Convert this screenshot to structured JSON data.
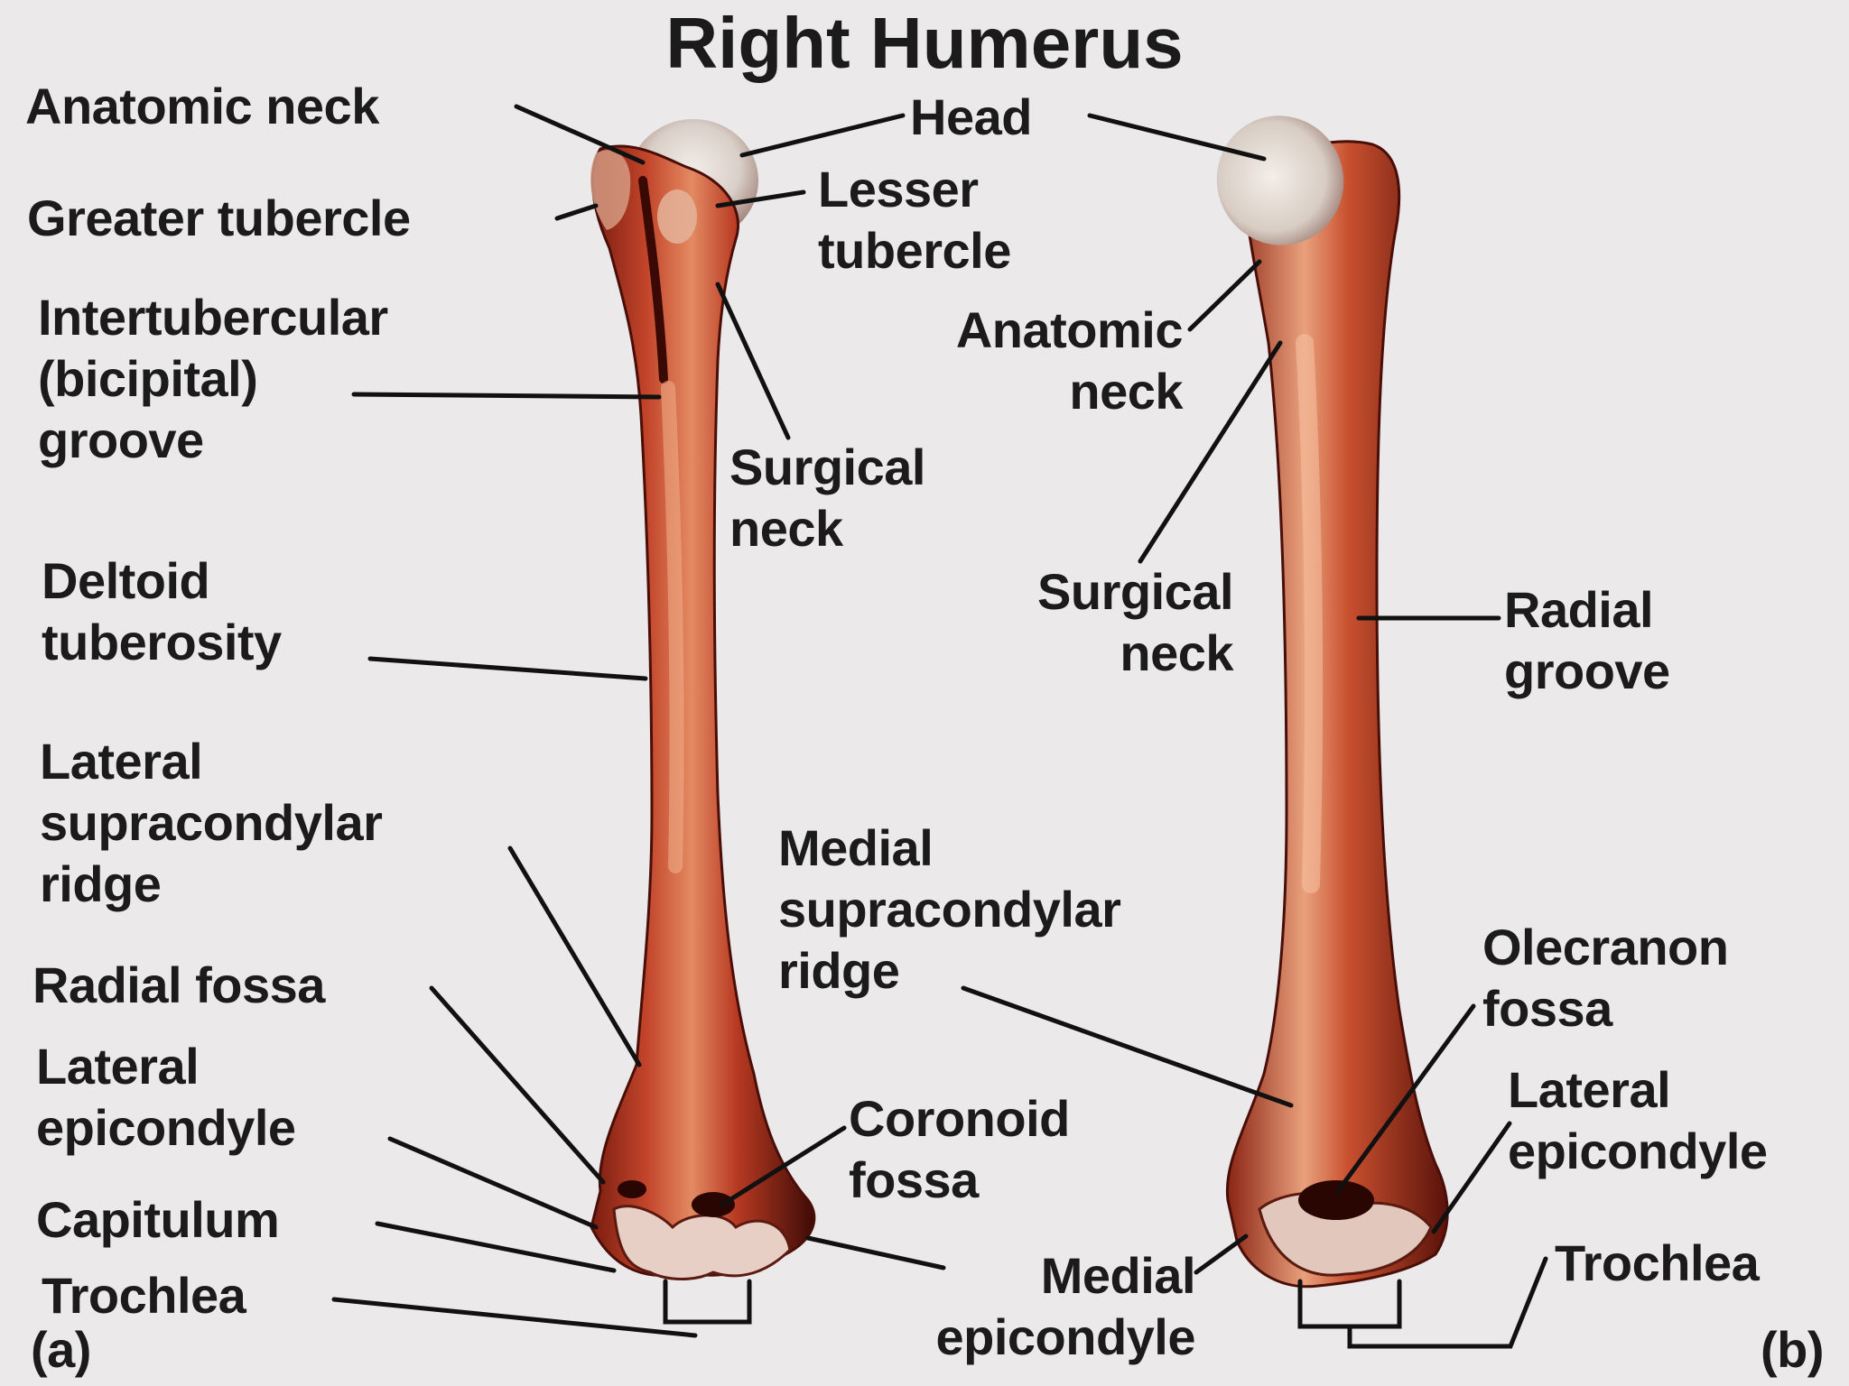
{
  "title": "Right Humerus",
  "panels": {
    "a": "(a)",
    "b": "(b)"
  },
  "colors": {
    "background": "#ebe9ea",
    "bone": "#a8321f",
    "bone_highlight": "#e9a07c",
    "bone_shadow": "#4a0e08",
    "leader": "#111111"
  },
  "anterior_labels": {
    "anatomic_neck": "Anatomic neck",
    "greater_tubercle": "Greater tubercle",
    "intertubercular_groove": [
      "Intertubercular",
      "(bicipital)",
      "groove"
    ],
    "deltoid_tuberosity": [
      "Deltoid",
      "tuberosity"
    ],
    "lateral_supracondylar_ridge": [
      "Lateral",
      "supracondylar",
      "ridge"
    ],
    "radial_fossa": "Radial fossa",
    "lateral_epicondyle": [
      "Lateral",
      "epicondyle"
    ],
    "capitulum": "Capitulum",
    "trochlea": "Trochlea",
    "head": "Head",
    "lesser_tubercle": [
      "Lesser",
      "tubercle"
    ],
    "surgical_neck": [
      "Surgical",
      "neck"
    ],
    "medial_supracondylar_ridge": [
      "Medial",
      "supracondylar",
      "ridge"
    ],
    "coronoid_fossa": [
      "Coronoid",
      "fossa"
    ],
    "medial_epicondyle": [
      "Medial",
      "epicondyle"
    ]
  },
  "posterior_labels": {
    "anatomic_neck": [
      "Anatomic",
      "neck"
    ],
    "surgical_neck": [
      "Surgical",
      "neck"
    ],
    "radial_groove": [
      "Radial",
      "groove"
    ],
    "olecranon_fossa": [
      "Olecranon",
      "fossa"
    ],
    "lateral_epicondyle": [
      "Lateral",
      "epicondyle"
    ],
    "trochlea": "Trochlea"
  }
}
